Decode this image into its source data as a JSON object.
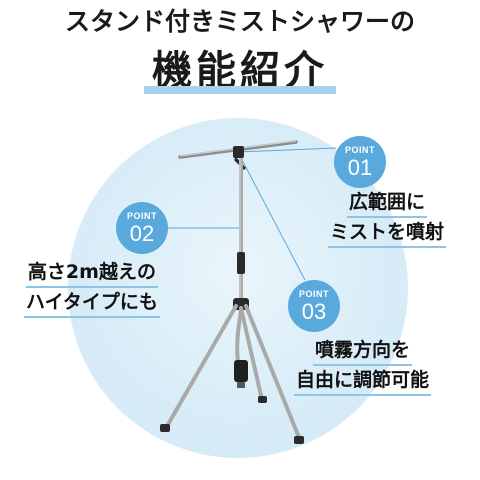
{
  "header": {
    "headline": "スタンド付きミストシャワーの",
    "title": "機能紹介"
  },
  "points": [
    {
      "label": "POINT",
      "number": "01",
      "lines": [
        "広範囲に",
        "ミストを噴射"
      ]
    },
    {
      "label": "POINT",
      "number": "02",
      "lines": [
        "高さ2m越えの",
        "ハイタイプにも"
      ]
    },
    {
      "label": "POINT",
      "number": "03",
      "lines": [
        "噴霧方向を",
        "自由に調節可能"
      ]
    }
  ],
  "colors": {
    "accent": "#5aa9dd",
    "underline": "#8ec4e6",
    "circle": "#d9edf8"
  }
}
